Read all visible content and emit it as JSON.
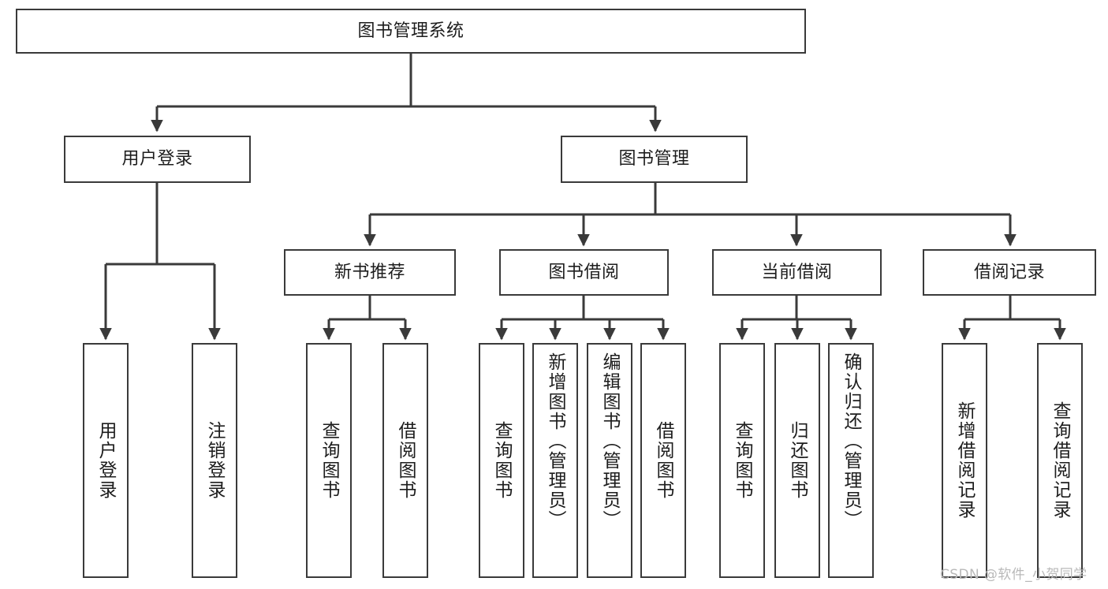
{
  "diagram": {
    "title": "图书管理系统",
    "type": "tree",
    "watermark": "CSDN @软件_小贺同学",
    "colors": {
      "box_border": "#3a3a3a",
      "box_fill": "#ffffff",
      "line": "#3a3a3a",
      "text": "#1d1d1d",
      "watermark": "#b9b9b9",
      "background": "#ffffff"
    },
    "root": {
      "label": "图书管理系统"
    },
    "level2": [
      {
        "label": "用户登录"
      },
      {
        "label": "图书管理"
      }
    ],
    "level3": [
      {
        "label": "新书推荐"
      },
      {
        "label": "图书借阅"
      },
      {
        "label": "当前借阅"
      },
      {
        "label": "借阅记录"
      }
    ],
    "leaves": {
      "user_login": [
        {
          "label": "用户登录"
        },
        {
          "label": "注销登录"
        }
      ],
      "new_book_recommend": [
        {
          "label": "查询图书"
        },
        {
          "label": "借阅图书"
        }
      ],
      "book_borrow": [
        {
          "label": "查询图书"
        },
        {
          "label": "新增图书（管理员）"
        },
        {
          "label": "编辑图书（管理员）"
        },
        {
          "label": "借阅图书"
        }
      ],
      "current_borrow": [
        {
          "label": "查询图书"
        },
        {
          "label": "归还图书"
        },
        {
          "label": "确认归还（管理员）"
        }
      ],
      "borrow_record": [
        {
          "label": "新增借阅记录"
        },
        {
          "label": "查询借阅记录"
        }
      ]
    }
  }
}
